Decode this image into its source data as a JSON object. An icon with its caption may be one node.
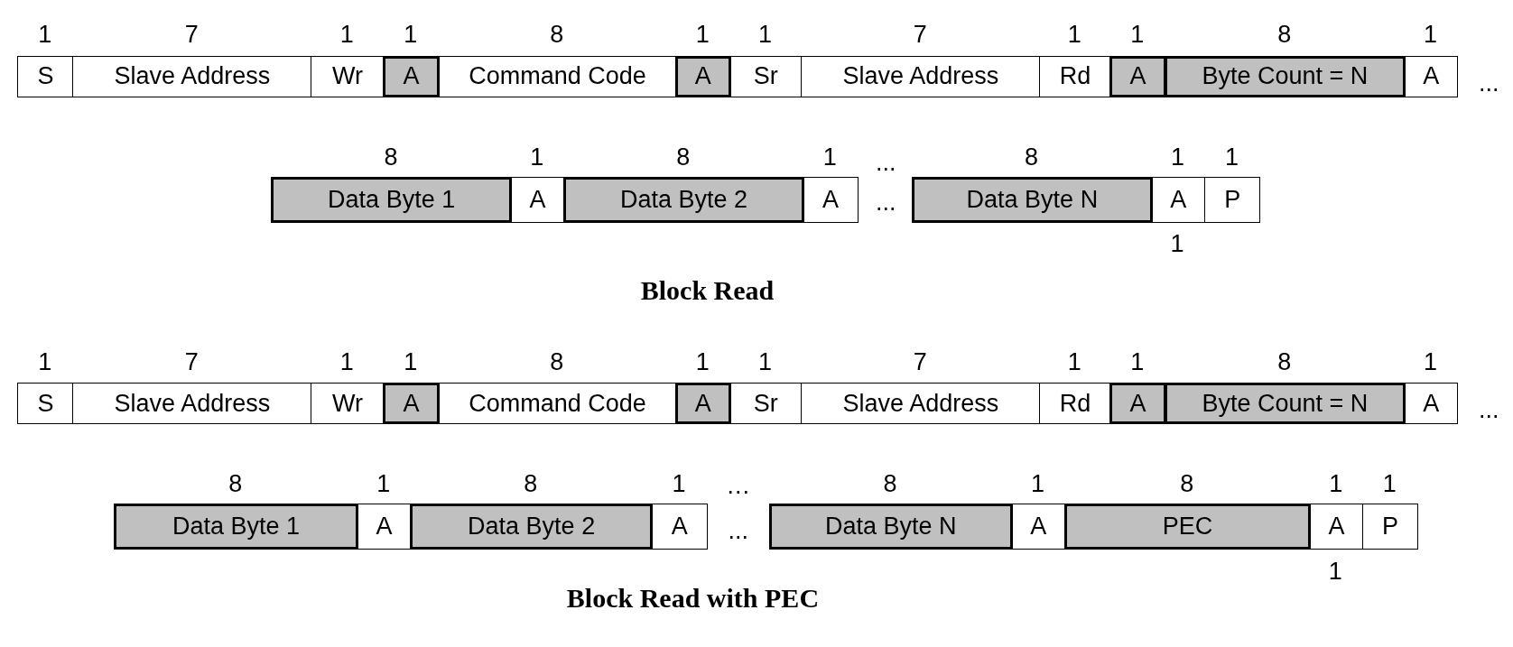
{
  "diagram": {
    "nodes": [
      {
        "text": [
          "S"
        ]
      },
      {
        "text": [
          "Slave Address"
        ]
      },
      {
        "text": [
          "Wr"
        ]
      },
      {
        "text": [
          "A"
        ]
      },
      {
        "text": [
          "Command Code"
        ]
      },
      {
        "text": [
          "A"
        ]
      },
      {
        "text": [
          "Sr"
        ]
      },
      {
        "text": [
          "Slave Address"
        ]
      },
      {
        "text": [
          "Rd"
        ]
      },
      {
        "text": [
          "A"
        ]
      },
      {
        "text": [
          "Byte Count = N"
        ]
      },
      {
        "text": [
          "A"
        ]
      },
      {
        "text": [
          "Data Byte 1"
        ]
      },
      {
        "text": [
          "A"
        ]
      },
      {
        "text": [
          "Data Byte 2"
        ]
      },
      {
        "text": [
          "A"
        ]
      },
      {
        "text": [
          "Data Byte N"
        ]
      },
      {
        "text": [
          "A"
        ]
      },
      {
        "text": [
          "P"
        ]
      },
      {
        "text": [
          "S"
        ]
      },
      {
        "text": [
          "Slave Address"
        ]
      },
      {
        "text": [
          "Wr"
        ]
      },
      {
        "text": [
          "A"
        ]
      },
      {
        "text": [
          "Command Code"
        ]
      },
      {
        "text": [
          "A"
        ]
      },
      {
        "text": [
          "Sr"
        ]
      },
      {
        "text": [
          "Slave Address"
        ]
      },
      {
        "text": [
          "Rd"
        ]
      },
      {
        "text": [
          "A"
        ]
      },
      {
        "text": [
          "Byte Count = N"
        ]
      },
      {
        "text": [
          "A"
        ]
      },
      {
        "text": [
          "Data Byte 1"
        ]
      },
      {
        "text": [
          "A"
        ]
      },
      {
        "text": [
          "Data Byte 2"
        ]
      },
      {
        "text": [
          "A"
        ]
      },
      {
        "text": [
          "Data Byte N"
        ]
      },
      {
        "text": [
          "A"
        ]
      },
      {
        "text": [
          "PEC"
        ]
      },
      {
        "text": [
          "A"
        ]
      },
      {
        "text": [
          "P"
        ]
      }
    ],
    "labels": [
      "1",
      "7",
      "1",
      "1",
      "8",
      "1",
      "1",
      "7",
      "1",
      "1",
      "8",
      "1",
      "...",
      "8",
      "1",
      "8",
      "1",
      "...",
      "8",
      "1",
      "1",
      "...",
      "1",
      "Block Read",
      "1",
      "7",
      "1",
      "1",
      "8",
      "1",
      "1",
      "7",
      "1",
      "1",
      "8",
      "1",
      "...",
      "8",
      "1",
      "8",
      "1",
      "…",
      "8",
      "1",
      "8",
      "1",
      "1",
      "...",
      "1",
      "Block Read with PEC"
    ]
  }
}
